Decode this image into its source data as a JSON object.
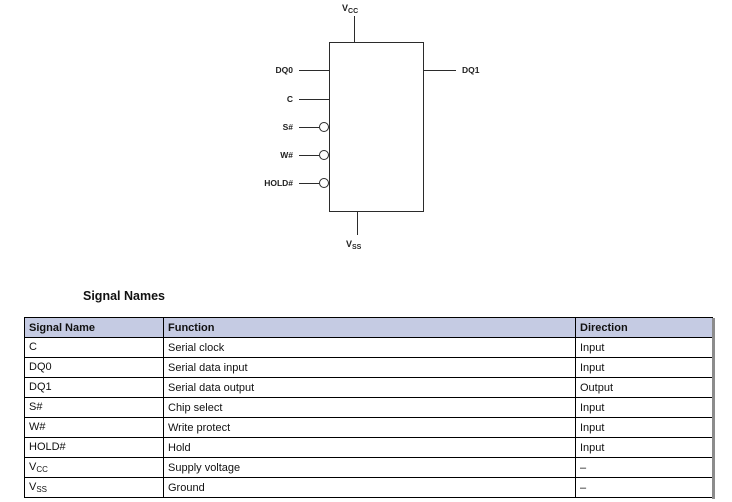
{
  "diagram": {
    "power_top": {
      "base": "V",
      "sub": "CC"
    },
    "power_bottom": {
      "base": "V",
      "sub": "SS"
    },
    "left_pins": [
      {
        "label": "DQ0",
        "active_low_bubble": false
      },
      {
        "label": "C",
        "active_low_bubble": false
      },
      {
        "label": "S#",
        "active_low_bubble": true
      },
      {
        "label": "W#",
        "active_low_bubble": true
      },
      {
        "label": "HOLD#",
        "active_low_bubble": true
      }
    ],
    "right_pins": [
      {
        "label": "DQ1"
      }
    ]
  },
  "signals": {
    "heading": "Signal Names",
    "columns": [
      "Signal Name",
      "Function",
      "Direction"
    ],
    "rows": [
      {
        "signal": "C",
        "function": "Serial clock",
        "direction": "Input"
      },
      {
        "signal": "DQ0",
        "function": "Serial data input",
        "direction": "Input"
      },
      {
        "signal": "DQ1",
        "function": "Serial data output",
        "direction": "Output"
      },
      {
        "signal": "S#",
        "function": "Chip select",
        "direction": "Input"
      },
      {
        "signal": "W#",
        "function": "Write protect",
        "direction": "Input"
      },
      {
        "signal": "HOLD#",
        "function": "Hold",
        "direction": "Input"
      },
      {
        "signal": "V",
        "signal_sub": "CC",
        "function": "Supply voltage",
        "direction": "–"
      },
      {
        "signal": "V",
        "signal_sub": "SS",
        "function": "Ground",
        "direction": "–"
      }
    ]
  },
  "colors": {
    "table_header_bg": "#c5cbe3",
    "table_border": "#000000",
    "table_right_edge": "#8c8c8c",
    "diagram_line": "#2b2b2b"
  }
}
